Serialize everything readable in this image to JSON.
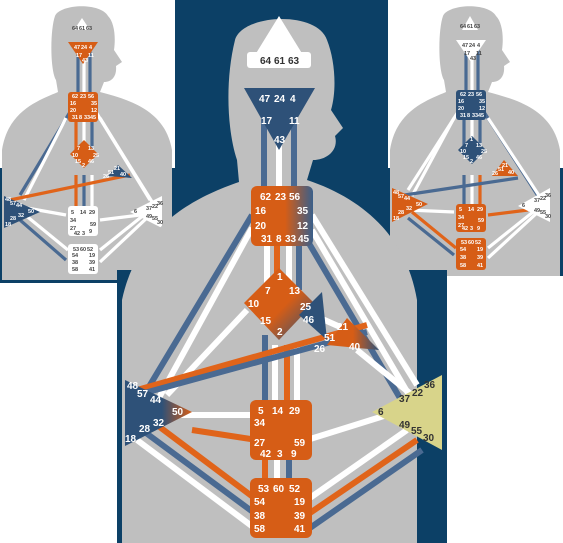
{
  "colors": {
    "bg_dark": "#0c4066",
    "silhouette": "#bfbfbf",
    "channel_white": "#ffffff",
    "channel_blue": "#4a6a92",
    "channel_orange": "#e0641a",
    "center_orange": "#d65d16",
    "center_blue": "#2e5178",
    "center_yellow": "#d8d48a",
    "center_white": "#ffffff"
  },
  "main_chart": {
    "head": [
      "64",
      "61",
      "63"
    ],
    "ajna": [
      "47",
      "24",
      "4",
      "17",
      "11",
      "43"
    ],
    "throat": [
      "62",
      "23",
      "56",
      "16",
      "35",
      "20",
      "12",
      "31",
      "8",
      "33",
      "45"
    ],
    "g": [
      "1",
      "7",
      "13",
      "10",
      "25",
      "15",
      "2",
      "46"
    ],
    "heart": [
      "21",
      "51",
      "26",
      "40"
    ],
    "spleen": [
      "48",
      "57",
      "44",
      "50",
      "32",
      "28",
      "18"
    ],
    "solar_plexus": [
      "36",
      "22",
      "37",
      "6",
      "49",
      "55",
      "30"
    ],
    "sacral": [
      "5",
      "14",
      "29",
      "34",
      "27",
      "59",
      "42",
      "3",
      "9"
    ],
    "root": [
      "53",
      "60",
      "52",
      "54",
      "19",
      "38",
      "39",
      "58",
      "41"
    ]
  },
  "left_chart": {
    "head": [
      "64",
      "61",
      "63"
    ],
    "ajna": [
      "47",
      "24",
      "4",
      "17",
      "11",
      "43"
    ],
    "throat": [
      "62",
      "23",
      "56",
      "16",
      "35",
      "20",
      "12",
      "31",
      "8",
      "33",
      "45"
    ],
    "g": [
      "7",
      "13",
      "10",
      "25",
      "15",
      "46",
      "2"
    ],
    "heart": [
      "21",
      "51",
      "26",
      "40"
    ],
    "spleen": [
      "48",
      "57",
      "44",
      "50",
      "32",
      "28",
      "18"
    ],
    "solar_plexus": [
      "36",
      "22",
      "37",
      "6",
      "49",
      "55",
      "30"
    ],
    "sacral": [
      "5",
      "14",
      "29",
      "34",
      "27",
      "59",
      "42",
      "3",
      "9"
    ],
    "root": [
      "53",
      "60",
      "52",
      "54",
      "19",
      "38",
      "39",
      "58",
      "41"
    ]
  },
  "right_chart": {
    "head": [
      "64",
      "61",
      "63"
    ],
    "ajna": [
      "47",
      "24",
      "4",
      "17",
      "11",
      "43"
    ],
    "throat": [
      "62",
      "23",
      "56",
      "16",
      "35",
      "20",
      "12",
      "31",
      "8",
      "33",
      "45"
    ],
    "g": [
      "1",
      "7",
      "13",
      "10",
      "25",
      "15",
      "46",
      "2"
    ],
    "heart": [
      "21",
      "51",
      "26",
      "40"
    ],
    "spleen": [
      "48",
      "57",
      "44",
      "50",
      "32",
      "28",
      "18"
    ],
    "solar_plexus": [
      "36",
      "22",
      "37",
      "6",
      "49",
      "55",
      "30"
    ],
    "sacral": [
      "5",
      "14",
      "29",
      "34",
      "27",
      "59",
      "42",
      "3",
      "9"
    ],
    "root": [
      "53",
      "60",
      "52",
      "54",
      "19",
      "38",
      "39",
      "58",
      "41"
    ]
  }
}
